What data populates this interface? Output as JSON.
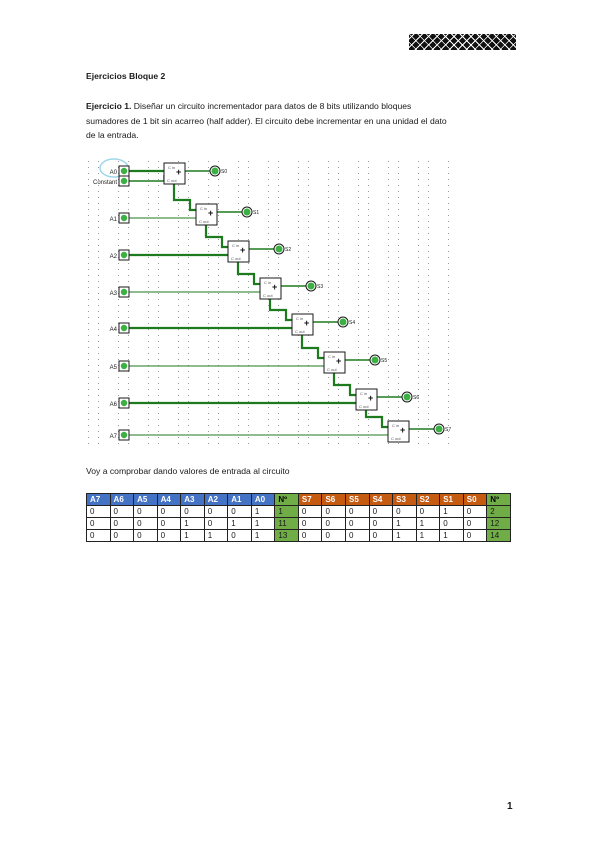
{
  "header": {
    "redacted_name": ""
  },
  "document": {
    "title": "Ejercicios Bloque 2",
    "exercise_label": "Ejercicio 1.",
    "exercise_lines": [
      "Diseñar un circuito incrementador para datos de 8 bits utilizando bloques",
      "sumadores de 1 bit sin acarreo (half adder). El circuito debe incrementar en una unidad el dato",
      "de la entrada."
    ],
    "intro_text": "Voy a comprobar dando valores de entrada al circuito",
    "page_number": "1"
  },
  "circuit": {
    "constant_label": "Constant",
    "inputs": [
      "A0",
      "A1",
      "A2",
      "A3",
      "A4",
      "A5",
      "A6",
      "A7"
    ],
    "outputs": [
      "S0",
      "S1",
      "S2",
      "S3",
      "S4",
      "S5",
      "S6",
      "S7"
    ],
    "adder_top_label": "C in",
    "adder_bottom_label": "C out",
    "adder_symbol": "+",
    "wire_color": "#1e7a1e",
    "pin_color": "#3cb043"
  },
  "table": {
    "headers": [
      "A7",
      "A6",
      "A5",
      "A4",
      "A3",
      "A2",
      "A1",
      "A0",
      "Nº",
      "S7",
      "S6",
      "S5",
      "S4",
      "S3",
      "S2",
      "S1",
      "S0",
      "Nº"
    ],
    "header_colors": {
      "inputs": "#4472c4",
      "outputs": "#c55a11",
      "number": "#70ad47"
    },
    "rows": [
      [
        "0",
        "0",
        "0",
        "0",
        "0",
        "0",
        "0",
        "1",
        "1",
        "0",
        "0",
        "0",
        "0",
        "0",
        "0",
        "1",
        "0",
        "2"
      ],
      [
        "0",
        "0",
        "0",
        "0",
        "1",
        "0",
        "1",
        "1",
        "11",
        "0",
        "0",
        "0",
        "0",
        "1",
        "1",
        "0",
        "0",
        "12"
      ],
      [
        "0",
        "0",
        "0",
        "0",
        "1",
        "1",
        "0",
        "1",
        "13",
        "0",
        "0",
        "0",
        "0",
        "1",
        "1",
        "1",
        "0",
        "14"
      ]
    ]
  }
}
